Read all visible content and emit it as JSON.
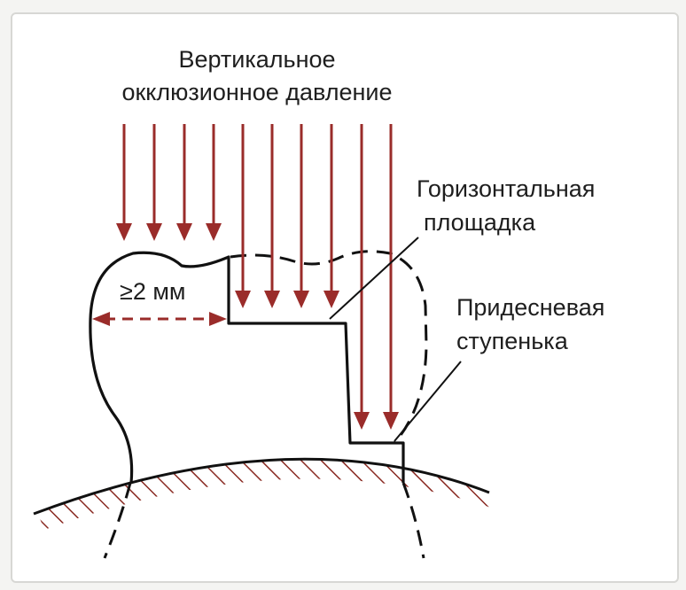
{
  "labels": {
    "title_line1": "Вертикальное",
    "title_line2": "окклюзионное давление",
    "shelf_line1": "Горизонтальная",
    "shelf_line2": "площадка",
    "step_line1": "Придесневая",
    "step_line2": "ступенька",
    "dimension": "≥2 мм"
  },
  "colors": {
    "arrow": "#9a2c2a",
    "outline": "#111111",
    "hatch": "#8a2a22",
    "text": "#1e1e1e"
  }
}
